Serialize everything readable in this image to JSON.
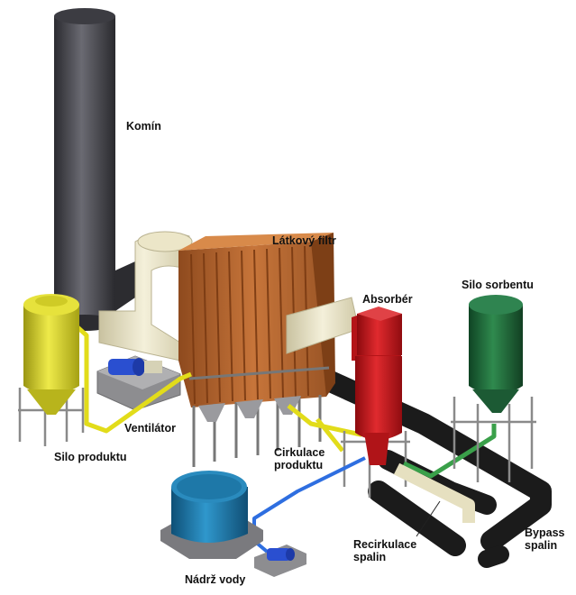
{
  "labels": {
    "komin": "Komín",
    "latkovy_filtr": "Látkový filtr",
    "absorber": "Absorbér",
    "silo_sorbentu": "Silo sorbentu",
    "silo_produktu": "Silo produktu",
    "ventilator": "Ventilátor",
    "cirkulace_line1": "Cirkulace",
    "cirkulace_line2": "produktu",
    "recirkulace_line1": "Recirkulace",
    "recirkulace_line2": "spalin",
    "bypass_line1": "Bypass",
    "bypass_line2": "spalin",
    "nadrz_vody": "Nádrž vody"
  },
  "colors": {
    "chimney": "#4a4a50",
    "filter": "#b8662e",
    "duct_cream": "#e8e2c2",
    "absorber": "#c8161c",
    "silo_sorbent": "#1f6b3a",
    "silo_product": "#d4cf2a",
    "fan_motor": "#2a4fd0",
    "water_tank": "#1f7fb0",
    "pipe_yellow": "#e6e01e",
    "pipe_blue": "#2e6ee0",
    "pipe_green": "#3aa04a",
    "bypass_duct": "#1e1e1e",
    "steel_frame": "#8a8a8a"
  }
}
